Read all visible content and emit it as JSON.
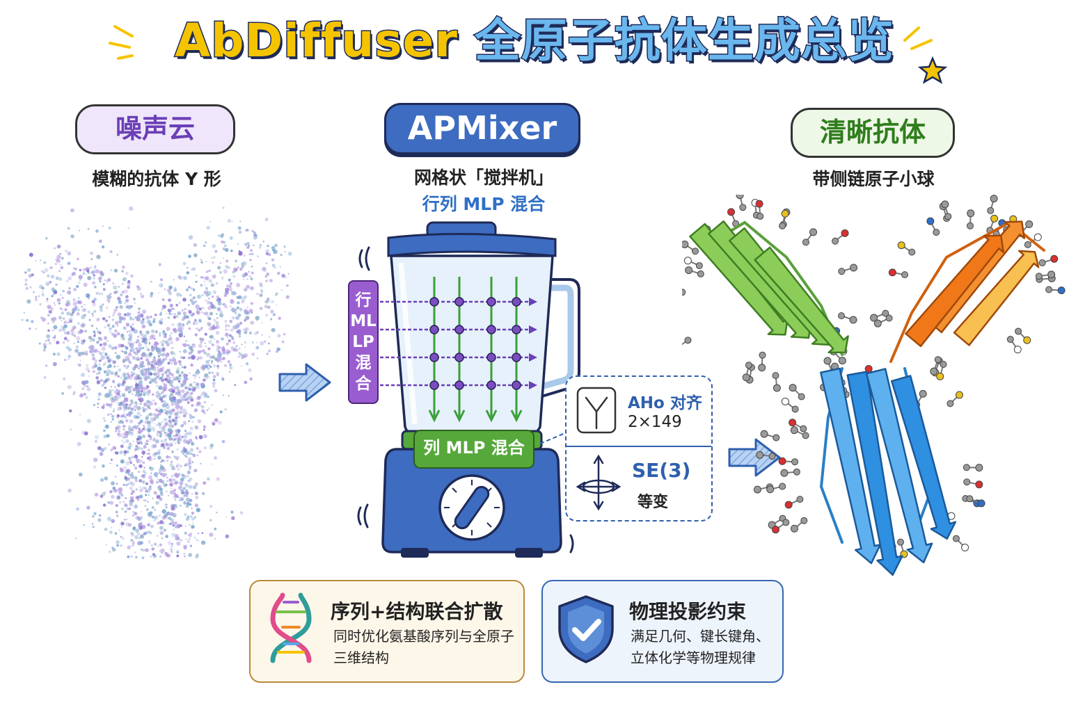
{
  "title": {
    "en": "AbDiffuser",
    "zh": "全原子抗体生成总览"
  },
  "noise": {
    "bubble": "噪声云",
    "caption": "模糊的抗体 Y 形"
  },
  "apmixer": {
    "bubble": "APMixer",
    "caption1": "网格状「搅拌机」",
    "caption2": "行列 MLP 混合",
    "row_label": "行\nML\nLP\n混\n合",
    "col_label": "列 MLP 混合"
  },
  "clear": {
    "bubble": "清晰抗体",
    "caption": "带侧链原子小球"
  },
  "info": {
    "aho_label": "AHo 对齐",
    "aho_dim": "2×149",
    "se3_label": "SE(3)",
    "se3_desc": "等变"
  },
  "features": {
    "seq": {
      "title": "序列+结构联合扩散",
      "desc": "同时优化氨基酸序列与全原子三维结构"
    },
    "phys": {
      "title": "物理投影约束",
      "desc": "满足几何、键长键角、立体化学等物理规律"
    }
  },
  "colors": {
    "purple": "#9a5dd0",
    "green": "#56a83a",
    "blue": "#3d6cc1",
    "orange": "#f08a24",
    "navy": "#1e2a57",
    "yellow": "#f5c400"
  }
}
